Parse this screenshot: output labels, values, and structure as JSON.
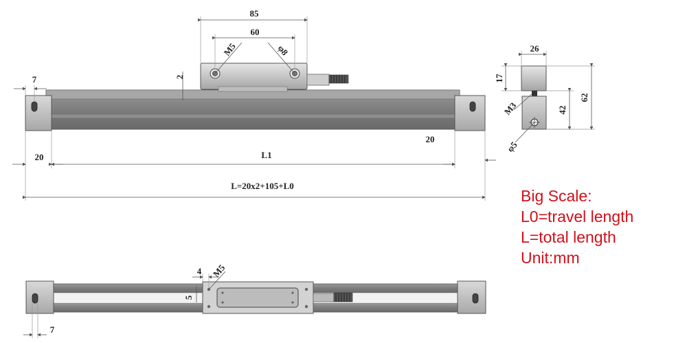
{
  "top_view": {
    "dim_head_width": "85",
    "dim_hole_spacing": "60",
    "label_mount_thread": "M5",
    "label_hole_dia": "φ8",
    "dim_gap": "2",
    "dim_end_bracket": "7",
    "dim_left_end": "20",
    "dim_right_end": "20",
    "dim_L1": "L1",
    "dim_total_formula": "L=20x2+105+L0"
  },
  "end_view": {
    "dim_head_width": "26",
    "dim_head_height": "17",
    "dim_body_height": "42",
    "dim_total_height": "62",
    "label_thread": "M3",
    "label_hole": "φ5"
  },
  "bottom_view": {
    "dim_hole_offset": "4",
    "label_thread": "M5",
    "dim_side": "5",
    "dim_end_bracket": "7"
  },
  "legend": {
    "title": "Big Scale:",
    "line1": "L0=travel length",
    "line2": "L=total length",
    "line3": "Unit:mm",
    "color": "#d0101a"
  }
}
